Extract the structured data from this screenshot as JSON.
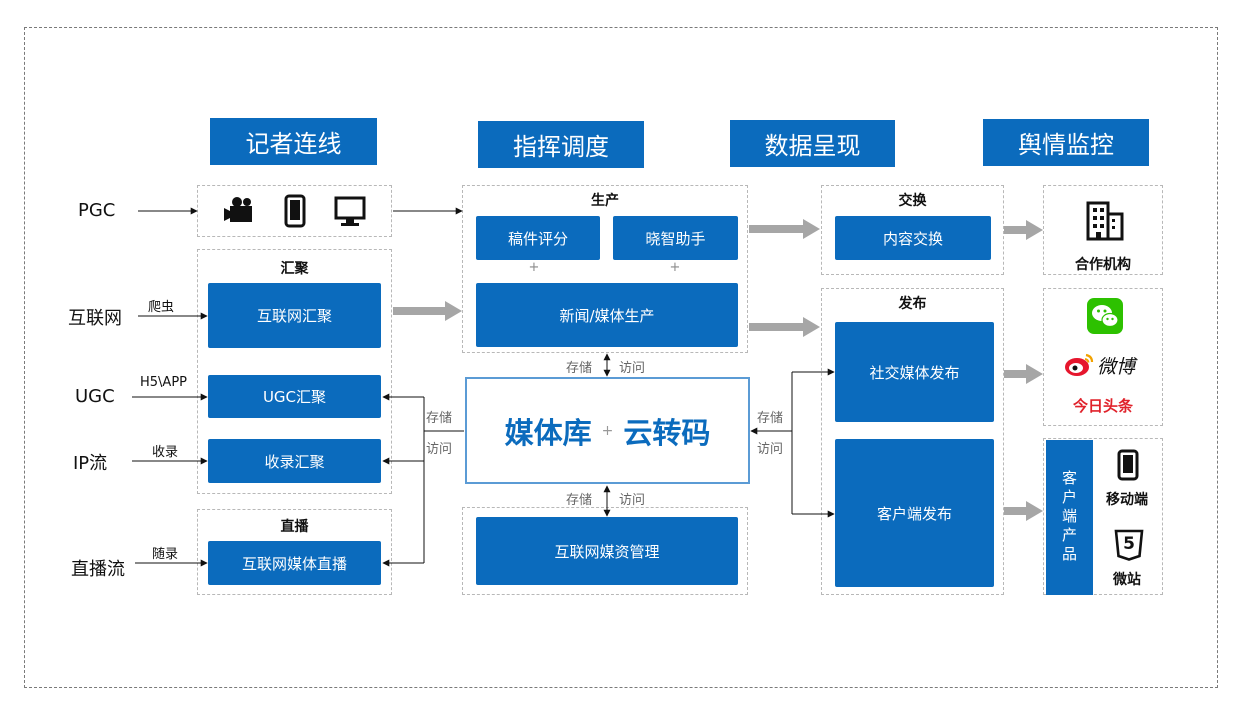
{
  "headers": [
    "记者连线",
    "指挥调度",
    "数据呈现",
    "舆情监控"
  ],
  "sources": [
    "PGC",
    "互联网",
    "UGC",
    "IP流",
    "直播流"
  ],
  "source_labels": [
    "爬虫",
    "H5\\APP",
    "收录",
    "随录"
  ],
  "aggregate": {
    "title": "汇聚",
    "items": [
      "互联网汇聚",
      "UGC汇聚",
      "收录汇聚"
    ]
  },
  "live": {
    "title": "直播",
    "item": "互联网媒体直播"
  },
  "production": {
    "title": "生产",
    "items": [
      "稿件评分",
      "晓智助手",
      "新闻/媒体生产"
    ],
    "plus": "+"
  },
  "center": {
    "left": "媒体库",
    "plus": "+",
    "right": "云转码"
  },
  "asset": {
    "item": "互联网媒资管理"
  },
  "flow_labels": {
    "store": "存储",
    "visit": "访问"
  },
  "exchange": {
    "title": "交换",
    "item": "内容交换"
  },
  "publish": {
    "title": "发布",
    "items": [
      "社交媒体发布",
      "客户端发布"
    ]
  },
  "partner": {
    "label": "合作机构"
  },
  "social": {
    "weibo": "微博",
    "toutiao": "今日头条"
  },
  "client": {
    "vertical": "客户端产品",
    "mobile": "移动端",
    "site": "微站",
    "html5_mark": "5"
  },
  "colors": {
    "primary": "#0b6bbd",
    "arrow_gray": "#a6a6a6",
    "wechat": "#2dc100",
    "weibo": "#e6162d",
    "toutiao": "#e0222b"
  }
}
